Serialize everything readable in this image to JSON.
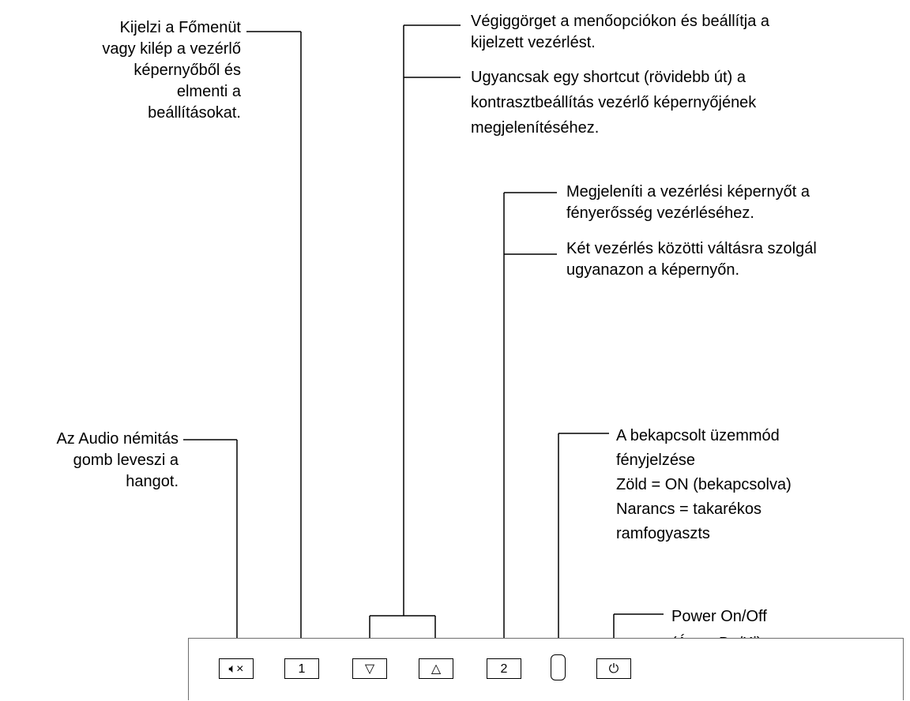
{
  "callouts": {
    "menu": [
      "Kijelzi a Főmenüt",
      "vagy kilép a vezérlő",
      "képernyőből és",
      "elmenti a",
      "beállításokat."
    ],
    "scroll": [
      "Végiggörget a menőopciókon és beállítja a",
      "kijelzett vezérlést."
    ],
    "contrast": [
      "Ugyancsak egy shortcut (rövidebb út) a",
      "kontrasztbeállítás vezérlő képernyőjének",
      "megjelenítéséhez."
    ],
    "brightness": [
      "Megjeleníti a vezérlési képernyőt a",
      "fényerősség vezérléséhez."
    ],
    "switch": [
      "Két vezérlés közötti váltásra szolgál",
      "ugyanazon a képernyőn."
    ],
    "mute": [
      "Az Audio némitás",
      "gomb leveszi a",
      "hangot."
    ],
    "led": [
      "A bekapcsolt üzemmód",
      "fényjelzése",
      "Zöld = ON (bekapcsolva)",
      "Narancs = takarékos",
      "ramfogyaszts"
    ],
    "power": [
      "Power On/Off",
      "(Áram Be/Ki)"
    ]
  },
  "buttons": {
    "mute": "🔈︎×",
    "one": "1",
    "down": "▽",
    "up": "△",
    "two": "2",
    "power": "⏻"
  },
  "icons": {
    "mute": "speaker-mute-icon",
    "down": "triangle-down-icon",
    "up": "triangle-up-icon",
    "power": "power-icon",
    "led": "power-led-indicator"
  }
}
